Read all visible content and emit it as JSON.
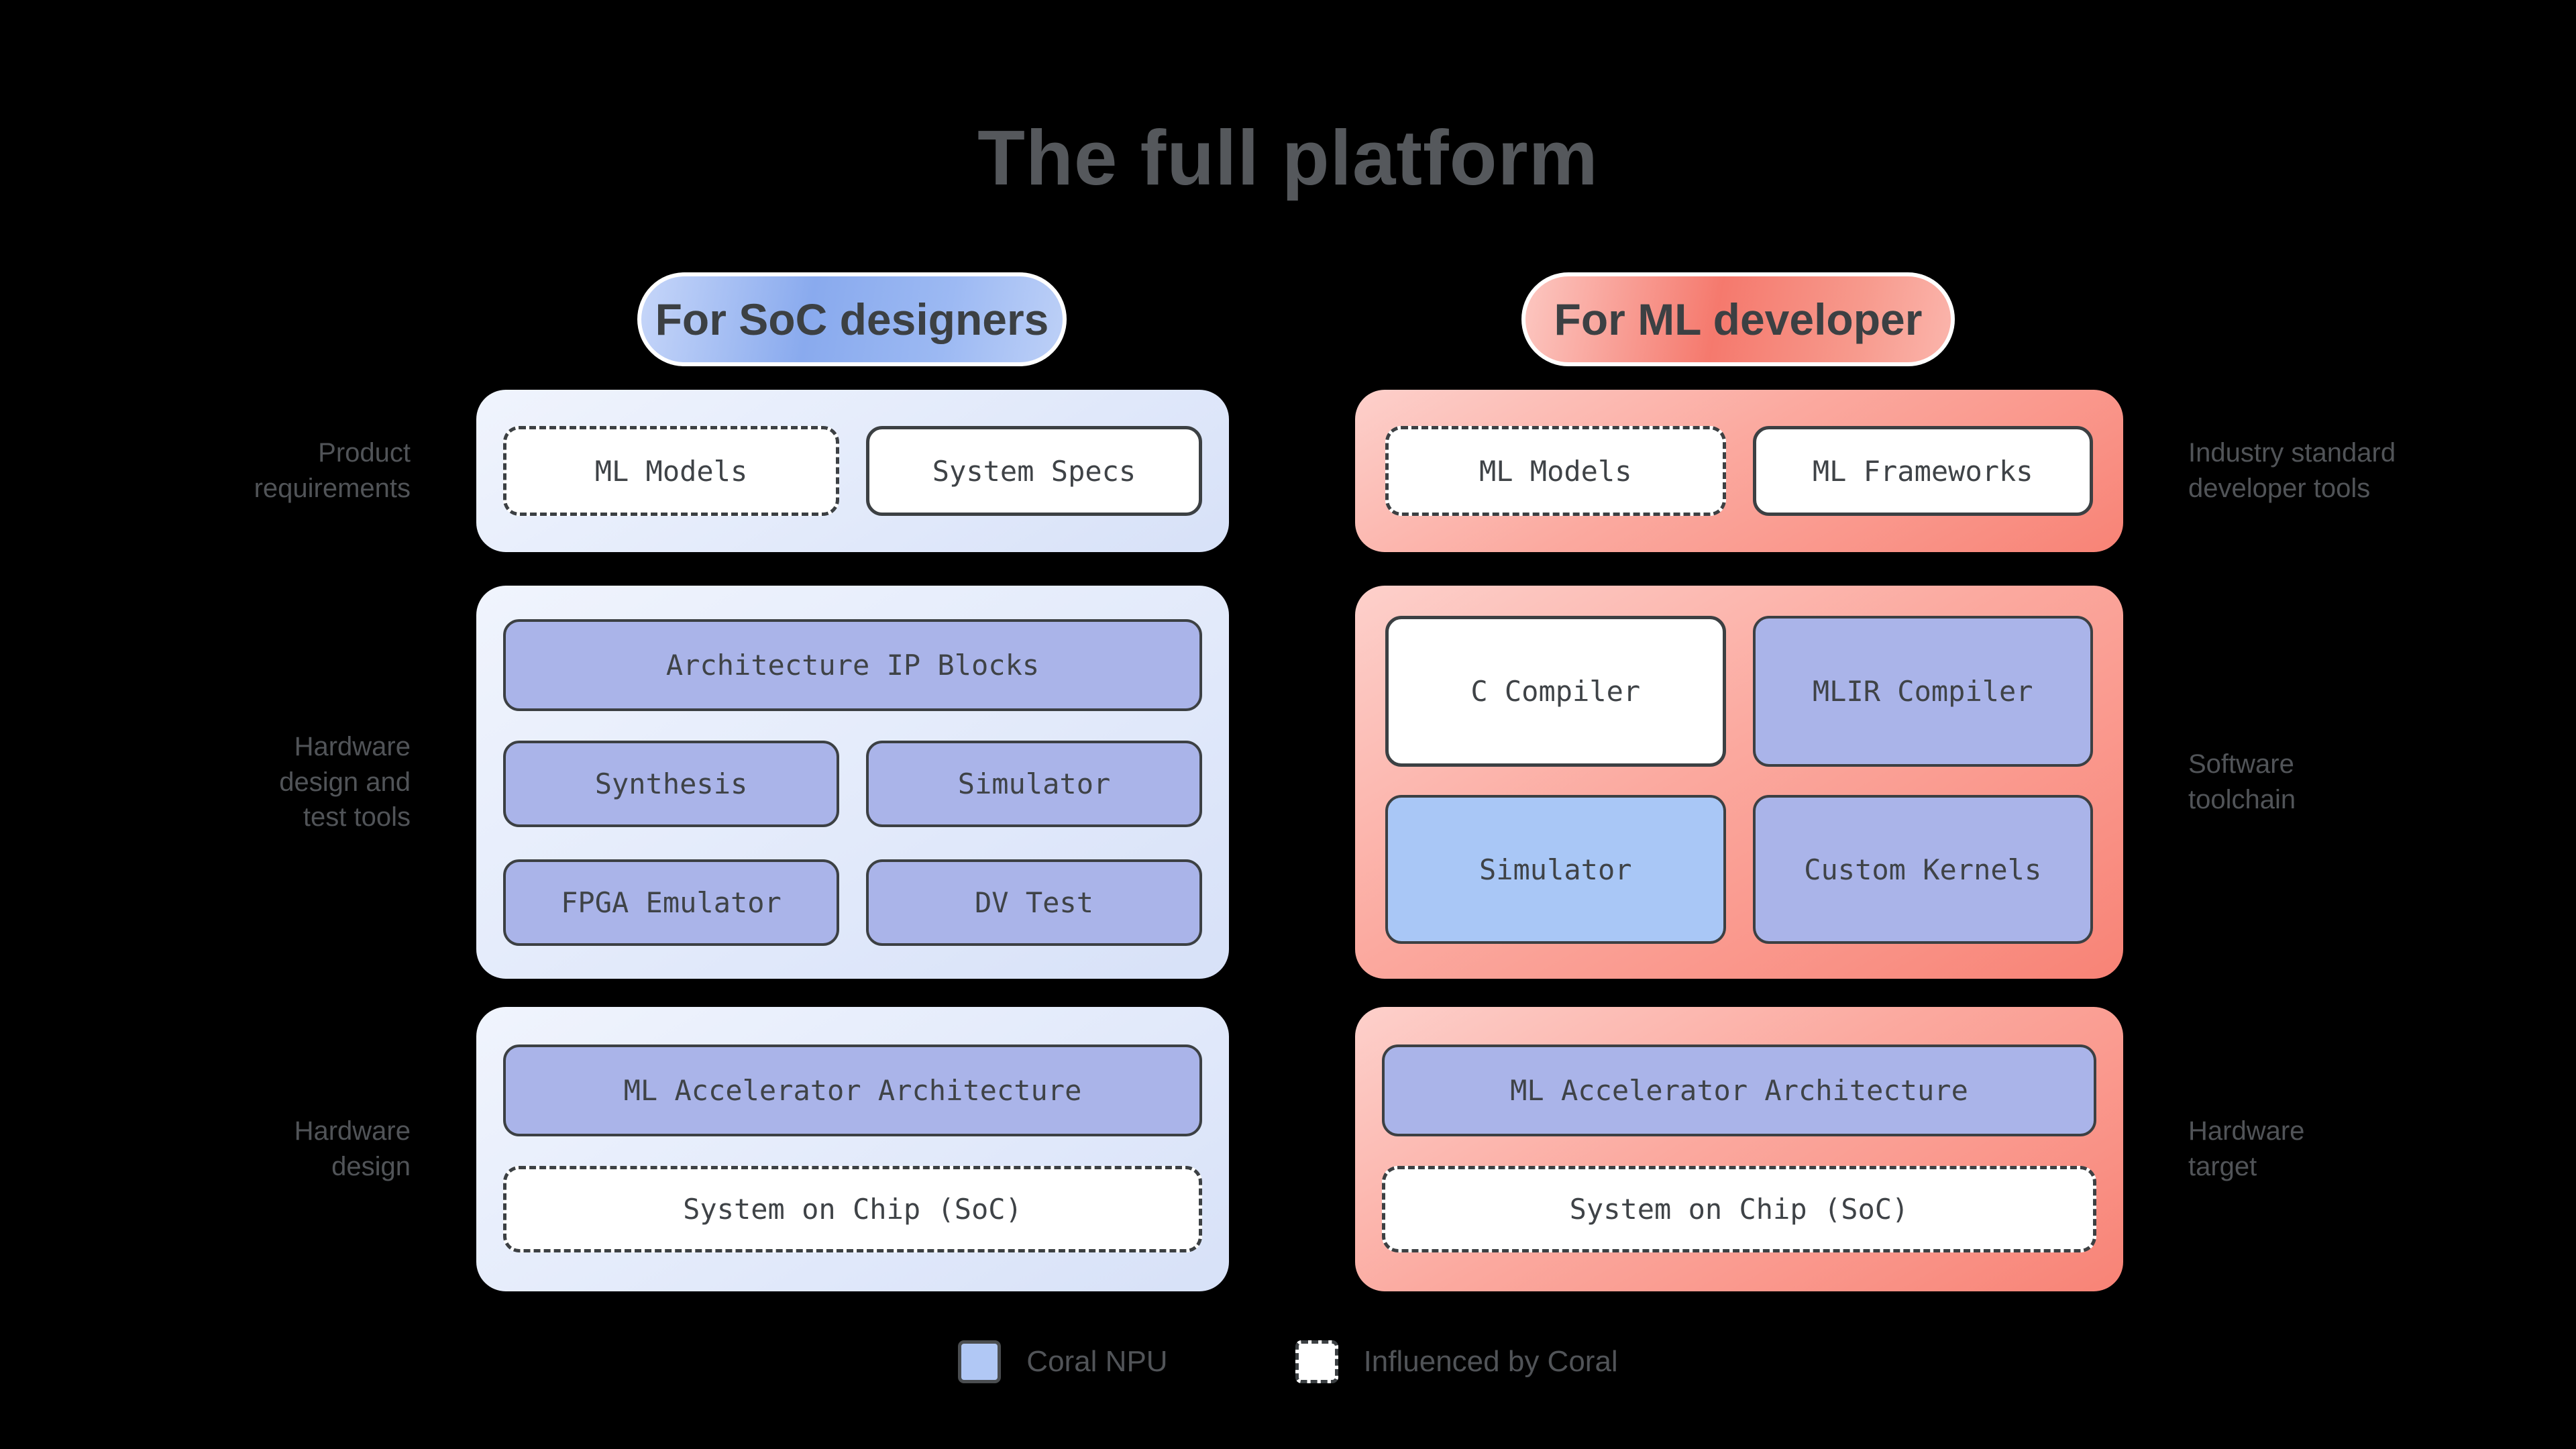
{
  "title": "The full platform",
  "pills": {
    "soc": "For SoC designers",
    "ml": "For ML developer"
  },
  "sections": {
    "soc": {
      "row1": {
        "side_label": "Product\nrequirements",
        "boxes": [
          "ML Models",
          "System Specs"
        ]
      },
      "row2": {
        "side_label": "Hardware\ndesign and\ntest tools",
        "full_box": "Architecture IP Blocks",
        "boxes": [
          "Synthesis",
          "Simulator",
          "FPGA Emulator",
          "DV Test"
        ]
      },
      "row3": {
        "side_label": "Hardware\ndesign",
        "boxes": [
          "ML Accelerator Architecture",
          "System on Chip (SoC)"
        ]
      }
    },
    "ml": {
      "row1": {
        "side_label": "Industry standard\ndeveloper tools",
        "boxes": [
          "ML Models",
          "ML Frameworks"
        ]
      },
      "row2": {
        "side_label": "Software\ntoolchain",
        "boxes": [
          "C Compiler",
          "MLIR Compiler",
          "Simulator",
          "Custom Kernels"
        ]
      },
      "row3": {
        "side_label": "Hardware\ntarget",
        "boxes": [
          "ML Accelerator Architecture",
          "System on Chip (SoC)"
        ]
      }
    }
  },
  "legend": {
    "items": [
      {
        "swatch": "coral-npu-swatch",
        "label": "Coral NPU"
      },
      {
        "swatch": "influenced-by-coral-swatch",
        "label": "Influenced by Coral"
      }
    ]
  },
  "colors": {
    "background": "#000000",
    "title_text": "#55585c",
    "label_text": "#515458",
    "pill_text": "#3c4043",
    "box_text": "#3f4347",
    "box_border": "#3c4043",
    "periwinkle": "#aab4e9",
    "light_blue": "#a9c7f6",
    "white": "#ffffff",
    "blue_panel_start": "#f0f4fd",
    "blue_panel_end": "#d7e1f8",
    "pink_panel_start": "#fdd0cb",
    "pink_panel_end": "#f88376",
    "soc_pill_edge": "#c6d6f9",
    "soc_pill_mid": "#89aaee",
    "ml_pill_edge": "#fcc7c1",
    "ml_pill_mid": "#f5796d",
    "legend_blue": "#b1c8f5",
    "legend_swatch_border": "#4a4d50"
  }
}
